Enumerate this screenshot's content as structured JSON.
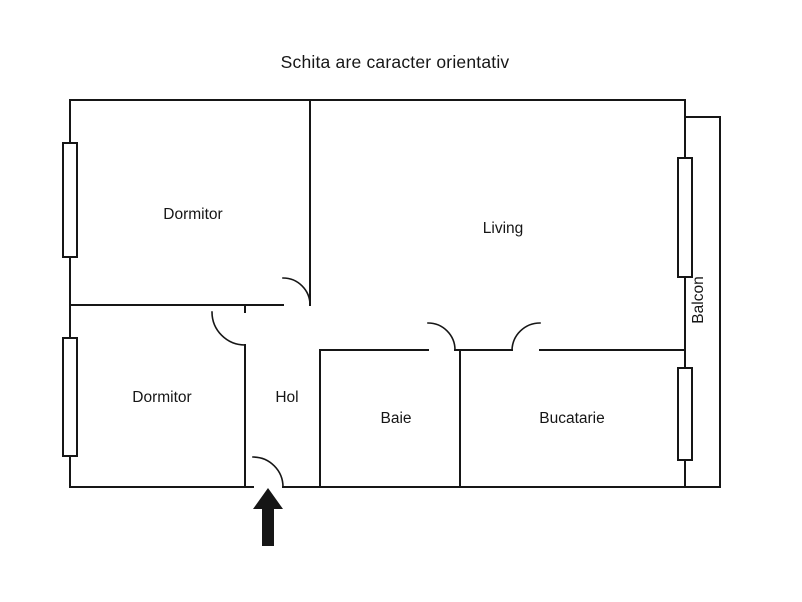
{
  "title": "Schita are caracter orientativ",
  "rooms": {
    "dormitor_top": "Dormitor",
    "living": "Living",
    "dormitor_bottom": "Dormitor",
    "hol": "Hol",
    "baie": "Baie",
    "bucatarie": "Bucatarie",
    "balcon": "Balcon"
  },
  "colors": {
    "wall": "#161616",
    "background": "#ffffff",
    "text": "#161616",
    "arrow": "#161616"
  }
}
